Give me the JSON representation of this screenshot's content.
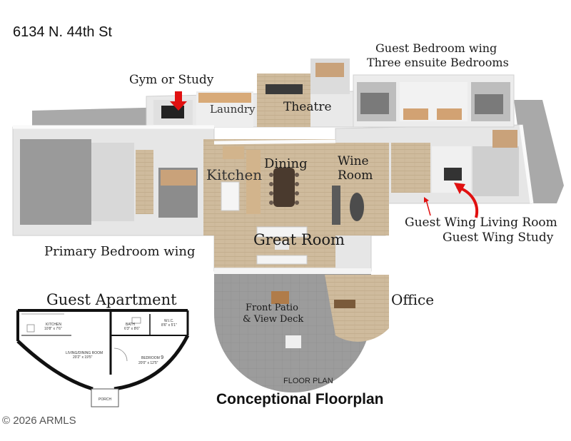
{
  "address": "6134 N. 44th St",
  "rooms": {
    "gym": "Gym or Study",
    "laundry": "Laundry",
    "theatre": "Theatre",
    "guest_wing_line1": "Guest Bedroom wing",
    "guest_wing_line2": "Three ensuite Bedrooms",
    "kitchen": "Kitchen",
    "dining": "Dining",
    "wine_line1": "Wine",
    "wine_line2": "Room",
    "great_room": "Great Room",
    "primary_wing": "Primary Bedroom wing",
    "guest_living": "Guest Wing Living Room",
    "guest_study": "Guest Wing Study",
    "patio_line1": "Front Patio",
    "patio_line2": "& View Deck",
    "office": "Office"
  },
  "apartment": {
    "title": "Guest Apartment",
    "kitchen": "KITCHEN",
    "kitchen_dim": "10'8\" x 7'6\"",
    "bath": "BATH",
    "bath_dim": "6'3\" x 8'6\"",
    "wic": "W.I.C.",
    "wic_dim": "8'6\" x 5'1\"",
    "living": "LIVING/DINING ROOM",
    "living_dim": "20'2\" x 19'5\"",
    "bedroom": "BEDROOM",
    "bedroom_num": "9",
    "bedroom_dim": "20'0\" x 12'5\"",
    "porch": "PORCH"
  },
  "caption": {
    "small": "FLOOR PLAN",
    "title": "Conceptional Floorplan"
  },
  "copyright": "2026 ARMLS",
  "colors": {
    "floor": "#cdb89a",
    "wall": "#f2f2f2",
    "wall_shadow": "#bdbdbd",
    "patio": "#9a9a9a",
    "arrow": "#e01010"
  }
}
